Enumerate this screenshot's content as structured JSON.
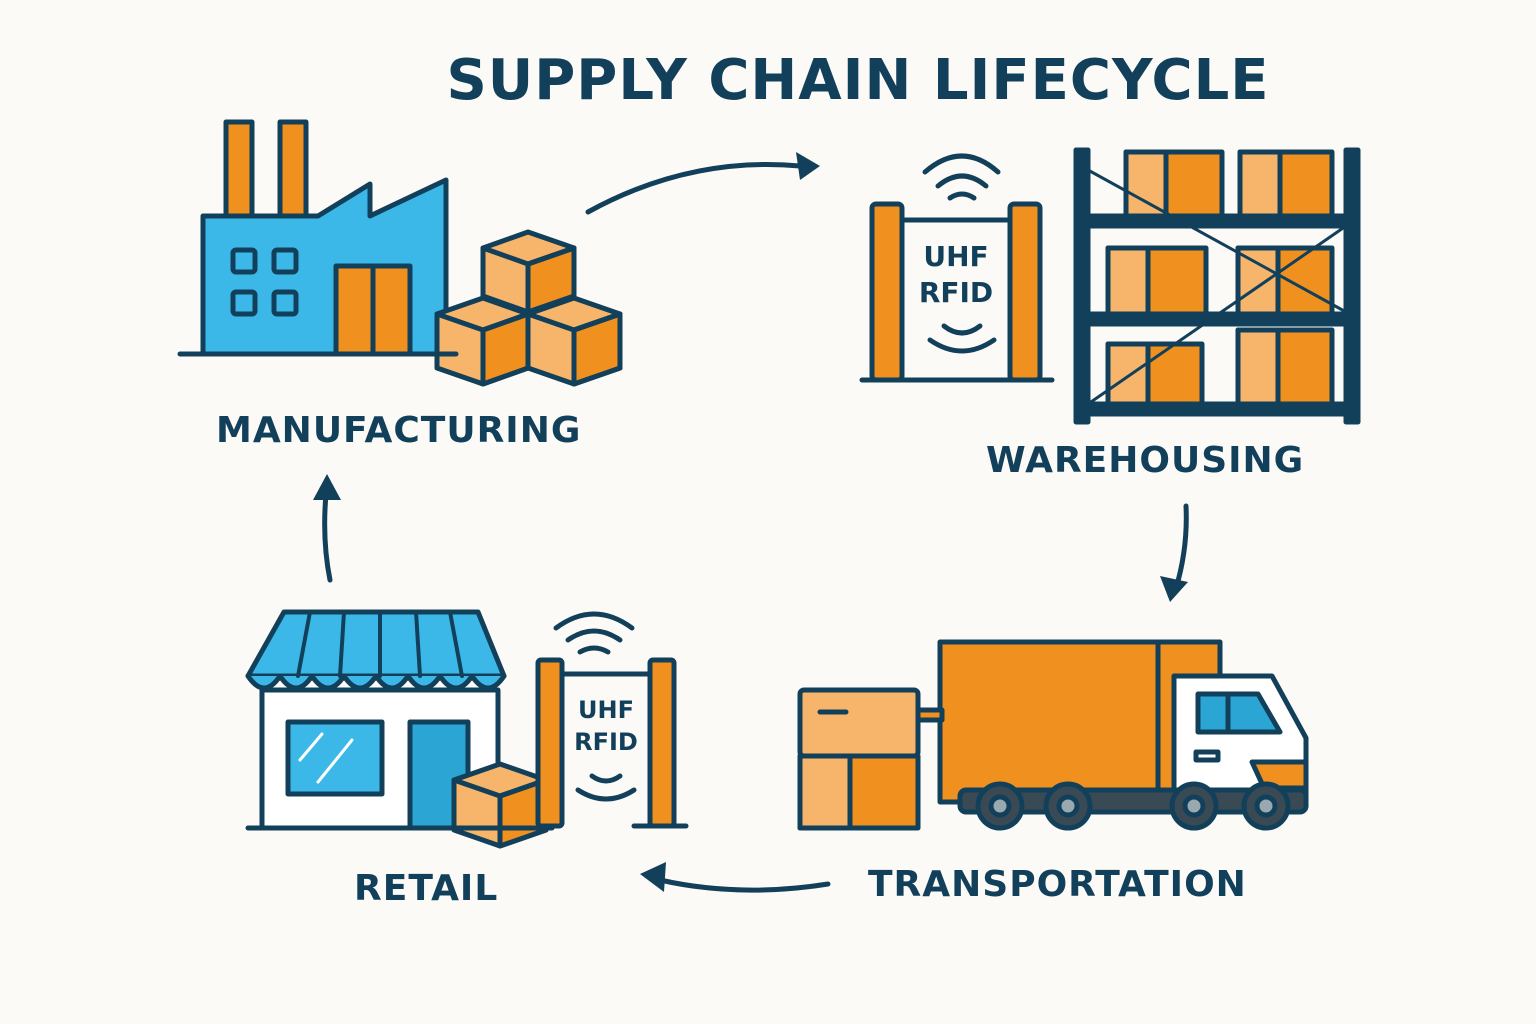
{
  "title": "SUPPLY CHAIN LIFECYCLE",
  "stages": [
    {
      "id": "manufacturing",
      "label": "MANUFACTURING",
      "icon": "factory-icon"
    },
    {
      "id": "warehousing",
      "label": "WAREHOUSING",
      "icon": "warehouse-shelf-icon"
    },
    {
      "id": "transportation",
      "label": "TRANSPORTATION",
      "icon": "delivery-truck-icon"
    },
    {
      "id": "retail",
      "label": "RETAIL",
      "icon": "storefront-icon"
    }
  ],
  "rfid_gate": {
    "line1": "UHF",
    "line2": "RFID"
  },
  "flow_order": [
    "manufacturing",
    "warehousing",
    "transportation",
    "retail",
    "manufacturing"
  ],
  "colors": {
    "outline": "#12405a",
    "blue": "#3cb8e8",
    "orange": "#f0901f",
    "light_orange": "#f6b56a",
    "background": "#fcfaf6"
  }
}
